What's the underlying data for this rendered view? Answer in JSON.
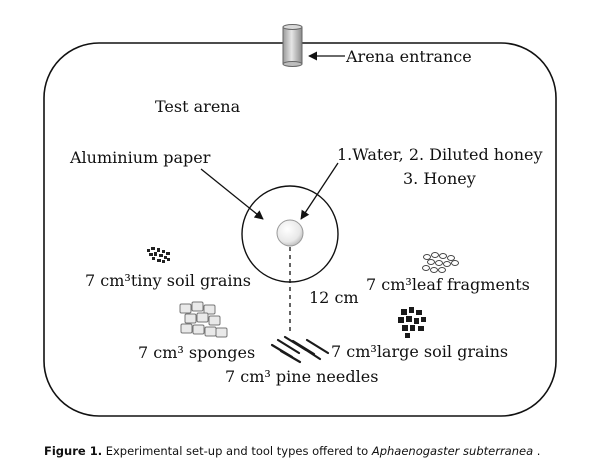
{
  "labels": {
    "arena_entrance": "Arena entrance",
    "test_arena": "Test arena",
    "aluminium_paper": "Aluminium paper",
    "food_line1": "1.Water, 2. Diluted honey",
    "food_line2": "3. Honey",
    "distance": "12 cm",
    "tiny_soil": "7 cm³tiny soil grains",
    "leaf_fragments": "7 cm³leaf fragments",
    "sponges": "7 cm³ sponges",
    "large_soil": "7 cm³large soil grains",
    "pine_needles": "7 cm³ pine needles"
  },
  "caption": {
    "prefix": "Figure 1.",
    "text": " Experimental set-up and tool types offered to ",
    "species": "Aphaenogaster subterranea",
    "suffix": "."
  }
}
